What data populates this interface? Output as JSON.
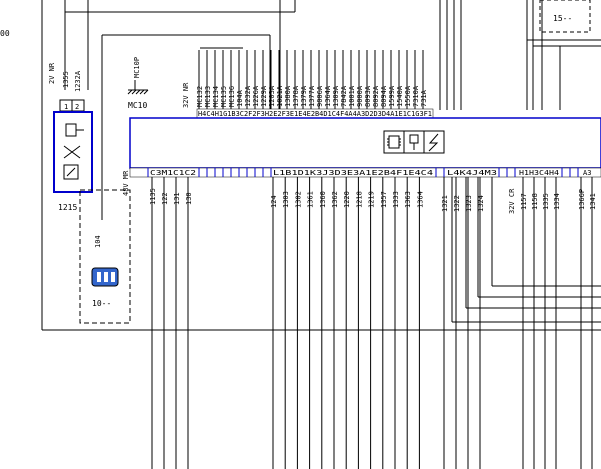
{
  "left_edge_label": "00",
  "relay": {
    "id": "1215",
    "wires": [
      "1355",
      "1232A"
    ],
    "wire_spec": "2V NR",
    "pins": [
      "1",
      "2"
    ]
  },
  "ground": {
    "label_top": "MC10P",
    "label_bottom": "MC10"
  },
  "module": {
    "top_spec": "32V NR",
    "top_wires": [
      "MC132",
      "MC133",
      "MC134",
      "MC135",
      "MC136",
      "104A",
      "1232A",
      "1226A",
      "1229A",
      "1203A",
      "1021A",
      "1380A",
      "1378A",
      "1379A",
      "1377A",
      "9006A",
      "1364A",
      "1309A",
      "7842A",
      "1001A",
      "9000A",
      "8093A",
      "8092A",
      "8094A",
      "1599A",
      "1540A",
      "1550A",
      "7310A",
      "731A"
    ],
    "top_pins_a": "H4C4H1G1B3C2F2F3H2E2F3E1E4E2B4D1C4F4A4A3D2D3D4A1E1C1G3F1",
    "bottom_pins_a": [
      "C3",
      "M1",
      "C1",
      "C2"
    ],
    "bottom_pins_b": "L1B1D1K3J3D3E3A1E2B4F1E4C4",
    "bottom_pins_c": "L4K4J4M3",
    "bottom_pins_d": "H1H3C4H4",
    "bottom_pins_e": "A3",
    "left_spec": "48V MR",
    "mid_spec": "32V CR"
  },
  "bottom_wires_a": [
    "1135",
    "122",
    "131",
    "130"
  ],
  "bottom_wires_b": [
    "124",
    "1303",
    "1302",
    "1361",
    "1360",
    "1362",
    "1220",
    "1218",
    "1219",
    "1357",
    "1333",
    "1363",
    "1364"
  ],
  "bottom_wires_c": [
    "1321",
    "1322",
    "1323",
    "1324"
  ],
  "bottom_wires_d": [
    "1157",
    "1158",
    "1335",
    "1334"
  ],
  "bottom_wires_e": [
    "1366P",
    "1341"
  ],
  "connector": {
    "wire": "104",
    "id": "10--"
  },
  "top_right_ref": "15--"
}
